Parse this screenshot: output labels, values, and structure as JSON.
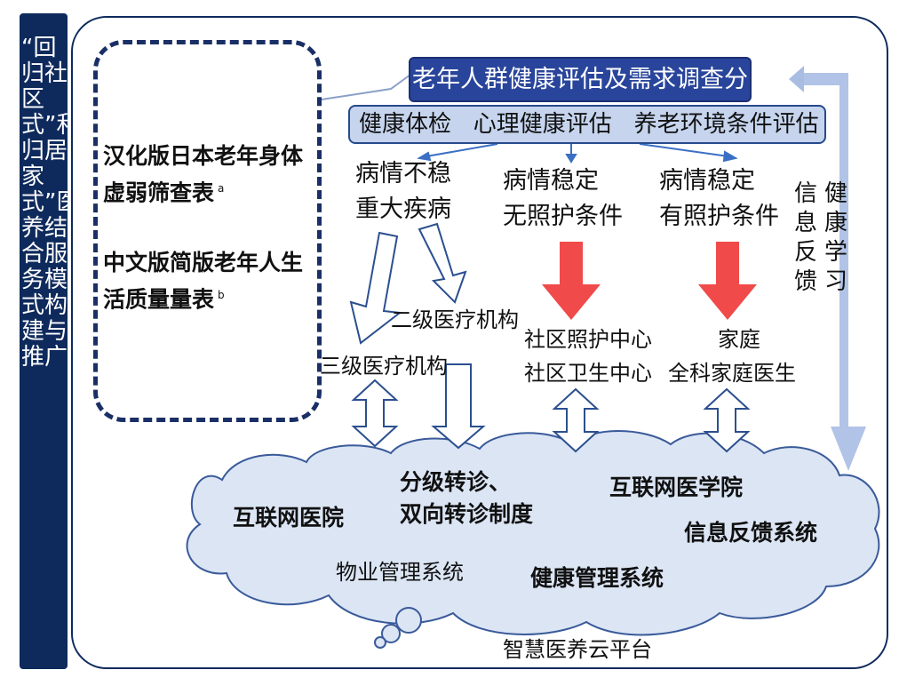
{
  "sidebar": {
    "text": "“回归社区式”和“回归居家式”医养结合服务模式构建与推广"
  },
  "screening": {
    "scale1": "汉化版日本老年身体虚弱筛查表",
    "scale1_note": "a",
    "scale2": "中文版简版老年人生活质量量表",
    "scale2_note": "b"
  },
  "header": {
    "title": "老年人群健康评估及需求调查分析",
    "exam_items": "健康体检   心理健康评估   养老环境条件评估"
  },
  "conditions": {
    "c1_line1": "病情不稳",
    "c1_line2": "重大疾病",
    "c2_line1": "病情稳定",
    "c2_line2": "无照护条件",
    "c3_line1": "病情稳定",
    "c3_line2": "有照护条件"
  },
  "feedback": {
    "col1": "信息反馈",
    "col2": "健康学习"
  },
  "institutions": {
    "secondary": "二级医疗机构",
    "tertiary": "三级医疗机构",
    "community_care": "社区照护中心",
    "community_health": "社区卫生中心",
    "home": "家庭",
    "gp": "全科家庭医生"
  },
  "cloud": {
    "referral_line1": "分级转诊、",
    "referral_line2": "双向转诊制度",
    "internet_hospital": "互联网医院",
    "internet_college": "互联网医学院",
    "feedback_system": "信息反馈系统",
    "property_system": "物业管理系统",
    "health_system": "健康管理系统",
    "platform": "智慧医养云平台"
  },
  "colors": {
    "navy": "#0e2a5c",
    "title_blue": "#29459b",
    "light_blue": "#c6d4ee",
    "cloud_fill": "#dbe5f4",
    "red_arrow": "#f04a4a",
    "feedback_arrow": "#a9bde3"
  }
}
